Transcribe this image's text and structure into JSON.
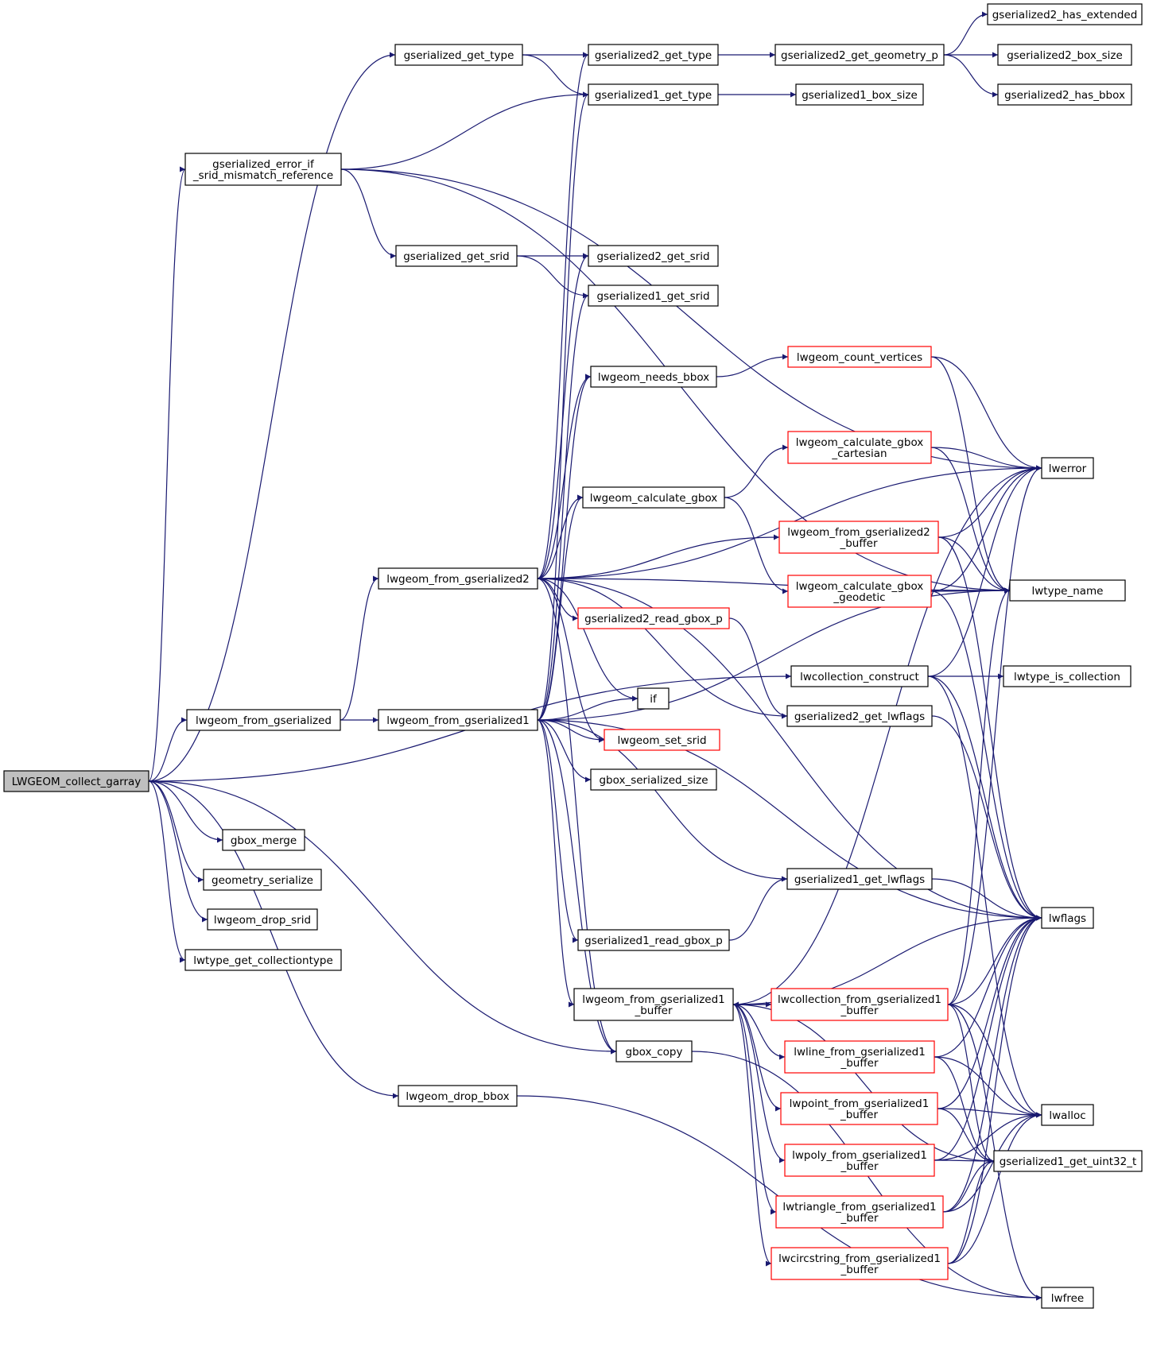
{
  "title": "",
  "colors": {
    "edge": "#191970",
    "default_border": "#000000",
    "truncated_border": "#ff0000",
    "root_fill": "#bfbfbf"
  },
  "nodes": [
    {
      "id": "LWGEOM_collect_garray",
      "lines": [
        "LWGEOM_collect_garray"
      ],
      "root": true
    },
    {
      "id": "gserialized_get_type",
      "lines": [
        "gserialized_get_type"
      ]
    },
    {
      "id": "gserialized_error_if_srid_mismatch_reference",
      "lines": [
        "gserialized_error_if",
        "_srid_mismatch_reference"
      ]
    },
    {
      "id": "gserialized_get_srid",
      "lines": [
        "gserialized_get_srid"
      ]
    },
    {
      "id": "lwgeom_from_gserialized",
      "lines": [
        "lwgeom_from_gserialized"
      ]
    },
    {
      "id": "gbox_merge",
      "lines": [
        "gbox_merge"
      ]
    },
    {
      "id": "geometry_serialize",
      "lines": [
        "geometry_serialize"
      ]
    },
    {
      "id": "lwgeom_drop_srid",
      "lines": [
        "lwgeom_drop_srid"
      ]
    },
    {
      "id": "lwtype_get_collectiontype",
      "lines": [
        "lwtype_get_collectiontype"
      ]
    },
    {
      "id": "lwgeom_from_gserialized2",
      "lines": [
        "lwgeom_from_gserialized2"
      ]
    },
    {
      "id": "lwgeom_from_gserialized1",
      "lines": [
        "lwgeom_from_gserialized1"
      ]
    },
    {
      "id": "lwgeom_drop_bbox",
      "lines": [
        "lwgeom_drop_bbox"
      ]
    },
    {
      "id": "gserialized2_get_type",
      "lines": [
        "gserialized2_get_type"
      ]
    },
    {
      "id": "gserialized1_get_type",
      "lines": [
        "gserialized1_get_type"
      ]
    },
    {
      "id": "gserialized2_get_srid",
      "lines": [
        "gserialized2_get_srid"
      ]
    },
    {
      "id": "gserialized1_get_srid",
      "lines": [
        "gserialized1_get_srid"
      ]
    },
    {
      "id": "lwgeom_needs_bbox",
      "lines": [
        "lwgeom_needs_bbox"
      ]
    },
    {
      "id": "lwgeom_calculate_gbox",
      "lines": [
        "lwgeom_calculate_gbox"
      ]
    },
    {
      "id": "gserialized2_read_gbox_p",
      "lines": [
        "gserialized2_read_gbox_p"
      ],
      "truncated": true
    },
    {
      "id": "if",
      "lines": [
        "if"
      ]
    },
    {
      "id": "lwgeom_set_srid",
      "lines": [
        "lwgeom_set_srid"
      ],
      "truncated": true
    },
    {
      "id": "gbox_serialized_size",
      "lines": [
        "gbox_serialized_size"
      ]
    },
    {
      "id": "gserialized1_read_gbox_p",
      "lines": [
        "gserialized1_read_gbox_p"
      ]
    },
    {
      "id": "lwgeom_from_gserialized1_buffer",
      "lines": [
        "lwgeom_from_gserialized1",
        "_buffer"
      ]
    },
    {
      "id": "gbox_copy",
      "lines": [
        "gbox_copy"
      ]
    },
    {
      "id": "gserialized2_get_geometry_p",
      "lines": [
        "gserialized2_get_geometry_p"
      ]
    },
    {
      "id": "gserialized1_box_size",
      "lines": [
        "gserialized1_box_size"
      ]
    },
    {
      "id": "lwgeom_count_vertices",
      "lines": [
        "lwgeom_count_vertices"
      ],
      "truncated": true
    },
    {
      "id": "lwgeom_calculate_gbox_cartesian",
      "lines": [
        "lwgeom_calculate_gbox",
        "_cartesian"
      ],
      "truncated": true
    },
    {
      "id": "lwgeom_from_gserialized2_buffer",
      "lines": [
        "lwgeom_from_gserialized2",
        "_buffer"
      ],
      "truncated": true
    },
    {
      "id": "lwgeom_calculate_gbox_geodetic",
      "lines": [
        "lwgeom_calculate_gbox",
        "_geodetic"
      ],
      "truncated": true
    },
    {
      "id": "lwcollection_construct",
      "lines": [
        "lwcollection_construct"
      ]
    },
    {
      "id": "gserialized2_get_lwflags",
      "lines": [
        "gserialized2_get_lwflags"
      ]
    },
    {
      "id": "gserialized1_get_lwflags",
      "lines": [
        "gserialized1_get_lwflags"
      ]
    },
    {
      "id": "lwcollection_from_gserialized1_buffer",
      "lines": [
        "lwcollection_from_gserialized1",
        "_buffer"
      ],
      "truncated": true
    },
    {
      "id": "lwline_from_gserialized1_buffer",
      "lines": [
        "lwline_from_gserialized1",
        "_buffer"
      ],
      "truncated": true
    },
    {
      "id": "lwpoint_from_gserialized1_buffer",
      "lines": [
        "lwpoint_from_gserialized1",
        "_buffer"
      ],
      "truncated": true
    },
    {
      "id": "lwpoly_from_gserialized1_buffer",
      "lines": [
        "lwpoly_from_gserialized1",
        "_buffer"
      ],
      "truncated": true
    },
    {
      "id": "lwtriangle_from_gserialized1_buffer",
      "lines": [
        "lwtriangle_from_gserialized1",
        "_buffer"
      ],
      "truncated": true
    },
    {
      "id": "lwcircstring_from_gserialized1_buffer",
      "lines": [
        "lwcircstring_from_gserialized1",
        "_buffer"
      ],
      "truncated": true
    },
    {
      "id": "gserialized2_has_extended",
      "lines": [
        "gserialized2_has_extended"
      ]
    },
    {
      "id": "gserialized2_box_size",
      "lines": [
        "gserialized2_box_size"
      ]
    },
    {
      "id": "gserialized2_has_bbox",
      "lines": [
        "gserialized2_has_bbox"
      ]
    },
    {
      "id": "lwerror",
      "lines": [
        "lwerror"
      ]
    },
    {
      "id": "lwtype_name",
      "lines": [
        "lwtype_name"
      ]
    },
    {
      "id": "lwtype_is_collection",
      "lines": [
        "lwtype_is_collection"
      ]
    },
    {
      "id": "lwflags",
      "lines": [
        "lwflags"
      ]
    },
    {
      "id": "lwalloc",
      "lines": [
        "lwalloc"
      ]
    },
    {
      "id": "gserialized1_get_uint32_t",
      "lines": [
        "gserialized1_get_uint32_t"
      ]
    },
    {
      "id": "lwfree",
      "lines": [
        "lwfree"
      ]
    }
  ],
  "edges": [
    [
      "LWGEOM_collect_garray",
      "gserialized_get_type"
    ],
    [
      "LWGEOM_collect_garray",
      "gserialized_error_if_srid_mismatch_reference"
    ],
    [
      "LWGEOM_collect_garray",
      "lwcollection_construct"
    ],
    [
      "LWGEOM_collect_garray",
      "lwgeom_from_gserialized"
    ],
    [
      "LWGEOM_collect_garray",
      "gbox_copy"
    ],
    [
      "LWGEOM_collect_garray",
      "lwgeom_drop_bbox"
    ],
    [
      "LWGEOM_collect_garray",
      "gbox_merge"
    ],
    [
      "LWGEOM_collect_garray",
      "geometry_serialize"
    ],
    [
      "LWGEOM_collect_garray",
      "lwgeom_drop_srid"
    ],
    [
      "LWGEOM_collect_garray",
      "lwtype_get_collectiontype"
    ],
    [
      "gserialized_get_type",
      "gserialized2_get_type"
    ],
    [
      "gserialized_get_type",
      "gserialized1_get_type"
    ],
    [
      "gserialized_error_if_srid_mismatch_reference",
      "gserialized1_get_type"
    ],
    [
      "gserialized_error_if_srid_mismatch_reference",
      "lwerror"
    ],
    [
      "gserialized_error_if_srid_mismatch_reference",
      "lwtype_name"
    ],
    [
      "gserialized_error_if_srid_mismatch_reference",
      "gserialized_get_srid"
    ],
    [
      "gserialized_get_srid",
      "gserialized2_get_srid"
    ],
    [
      "gserialized_get_srid",
      "gserialized1_get_srid"
    ],
    [
      "lwgeom_from_gserialized",
      "lwgeom_from_gserialized2"
    ],
    [
      "lwgeom_from_gserialized",
      "lwgeom_from_gserialized1"
    ],
    [
      "gserialized2_get_type",
      "gserialized2_get_geometry_p"
    ],
    [
      "gserialized1_get_type",
      "gserialized1_box_size"
    ],
    [
      "gserialized2_get_geometry_p",
      "gserialized2_has_extended"
    ],
    [
      "gserialized2_get_geometry_p",
      "gserialized2_box_size"
    ],
    [
      "gserialized2_get_geometry_p",
      "gserialized2_has_bbox"
    ],
    [
      "lwgeom_from_gserialized2",
      "gserialized2_get_type"
    ],
    [
      "lwgeom_from_gserialized2",
      "gserialized2_get_srid"
    ],
    [
      "lwgeom_from_gserialized2",
      "lwgeom_needs_bbox"
    ],
    [
      "lwgeom_from_gserialized2",
      "lwgeom_calculate_gbox"
    ],
    [
      "lwgeom_from_gserialized2",
      "gserialized2_read_gbox_p"
    ],
    [
      "lwgeom_from_gserialized2",
      "if"
    ],
    [
      "lwgeom_from_gserialized2",
      "lwgeom_set_srid"
    ],
    [
      "lwgeom_from_gserialized2",
      "gbox_copy"
    ],
    [
      "lwgeom_from_gserialized2",
      "lwgeom_from_gserialized2_buffer"
    ],
    [
      "lwgeom_from_gserialized2",
      "gserialized2_get_lwflags"
    ],
    [
      "lwgeom_from_gserialized2",
      "lwerror"
    ],
    [
      "lwgeom_from_gserialized2",
      "lwtype_name"
    ],
    [
      "lwgeom_from_gserialized2",
      "lwflags"
    ],
    [
      "lwgeom_from_gserialized1",
      "gserialized1_get_type"
    ],
    [
      "lwgeom_from_gserialized1",
      "gserialized1_get_srid"
    ],
    [
      "lwgeom_from_gserialized1",
      "lwgeom_needs_bbox"
    ],
    [
      "lwgeom_from_gserialized1",
      "lwgeom_calculate_gbox"
    ],
    [
      "lwgeom_from_gserialized1",
      "if"
    ],
    [
      "lwgeom_from_gserialized1",
      "lwgeom_set_srid"
    ],
    [
      "lwgeom_from_gserialized1",
      "gbox_serialized_size"
    ],
    [
      "lwgeom_from_gserialized1",
      "gserialized1_read_gbox_p"
    ],
    [
      "lwgeom_from_gserialized1",
      "lwgeom_from_gserialized1_buffer"
    ],
    [
      "lwgeom_from_gserialized1",
      "gbox_copy"
    ],
    [
      "lwgeom_from_gserialized1",
      "gserialized1_get_lwflags"
    ],
    [
      "lwgeom_from_gserialized1",
      "lwtype_name"
    ],
    [
      "lwgeom_from_gserialized1",
      "lwflags"
    ],
    [
      "lwgeom_needs_bbox",
      "lwgeom_count_vertices"
    ],
    [
      "lwgeom_count_vertices",
      "lwerror"
    ],
    [
      "lwgeom_count_vertices",
      "lwtype_name"
    ],
    [
      "lwgeom_calculate_gbox",
      "lwgeom_calculate_gbox_cartesian"
    ],
    [
      "lwgeom_calculate_gbox",
      "lwgeom_calculate_gbox_geodetic"
    ],
    [
      "lwgeom_calculate_gbox_cartesian",
      "lwerror"
    ],
    [
      "lwgeom_calculate_gbox_cartesian",
      "lwtype_name"
    ],
    [
      "lwgeom_calculate_gbox_geodetic",
      "lwerror"
    ],
    [
      "lwgeom_calculate_gbox_geodetic",
      "lwtype_name"
    ],
    [
      "lwgeom_calculate_gbox_geodetic",
      "lwflags"
    ],
    [
      "lwgeom_from_gserialized2_buffer",
      "lwerror"
    ],
    [
      "lwgeom_from_gserialized2_buffer",
      "lwtype_name"
    ],
    [
      "lwgeom_from_gserialized2_buffer",
      "lwflags"
    ],
    [
      "gserialized2_read_gbox_p",
      "gserialized2_get_lwflags"
    ],
    [
      "gserialized2_get_lwflags",
      "lwflags"
    ],
    [
      "lwcollection_construct",
      "lwerror"
    ],
    [
      "lwcollection_construct",
      "lwtype_is_collection"
    ],
    [
      "lwcollection_construct",
      "lwflags"
    ],
    [
      "lwcollection_construct",
      "lwalloc"
    ],
    [
      "gserialized1_get_lwflags",
      "lwflags"
    ],
    [
      "gserialized1_read_gbox_p",
      "gserialized1_get_lwflags"
    ],
    [
      "lwgeom_from_gserialized1_buffer",
      "lwcollection_from_gserialized1_buffer"
    ],
    [
      "lwgeom_from_gserialized1_buffer",
      "lwline_from_gserialized1_buffer"
    ],
    [
      "lwgeom_from_gserialized1_buffer",
      "lwpoint_from_gserialized1_buffer"
    ],
    [
      "lwgeom_from_gserialized1_buffer",
      "lwpoly_from_gserialized1_buffer"
    ],
    [
      "lwgeom_from_gserialized1_buffer",
      "lwtriangle_from_gserialized1_buffer"
    ],
    [
      "lwgeom_from_gserialized1_buffer",
      "lwcircstring_from_gserialized1_buffer"
    ],
    [
      "lwgeom_from_gserialized1_buffer",
      "lwerror"
    ],
    [
      "lwgeom_from_gserialized1_buffer",
      "lwflags"
    ],
    [
      "lwgeom_from_gserialized1_buffer",
      "gserialized1_get_uint32_t"
    ],
    [
      "lwcollection_from_gserialized1_buffer",
      "lwgeom_from_gserialized1_buffer"
    ],
    [
      "lwcollection_from_gserialized1_buffer",
      "lwerror"
    ],
    [
      "lwcollection_from_gserialized1_buffer",
      "lwtype_name"
    ],
    [
      "lwcollection_from_gserialized1_buffer",
      "lwflags"
    ],
    [
      "lwcollection_from_gserialized1_buffer",
      "lwalloc"
    ],
    [
      "lwcollection_from_gserialized1_buffer",
      "gserialized1_get_uint32_t"
    ],
    [
      "lwcollection_from_gserialized1_buffer",
      "lwfree"
    ],
    [
      "lwline_from_gserialized1_buffer",
      "lwflags"
    ],
    [
      "lwline_from_gserialized1_buffer",
      "lwalloc"
    ],
    [
      "lwline_from_gserialized1_buffer",
      "gserialized1_get_uint32_t"
    ],
    [
      "lwpoint_from_gserialized1_buffer",
      "lwflags"
    ],
    [
      "lwpoint_from_gserialized1_buffer",
      "lwalloc"
    ],
    [
      "lwpoint_from_gserialized1_buffer",
      "gserialized1_get_uint32_t"
    ],
    [
      "lwpoly_from_gserialized1_buffer",
      "lwflags"
    ],
    [
      "lwpoly_from_gserialized1_buffer",
      "lwalloc"
    ],
    [
      "lwpoly_from_gserialized1_buffer",
      "gserialized1_get_uint32_t"
    ],
    [
      "lwtriangle_from_gserialized1_buffer",
      "lwflags"
    ],
    [
      "lwtriangle_from_gserialized1_buffer",
      "lwalloc"
    ],
    [
      "lwtriangle_from_gserialized1_buffer",
      "gserialized1_get_uint32_t"
    ],
    [
      "lwcircstring_from_gserialized1_buffer",
      "lwflags"
    ],
    [
      "lwcircstring_from_gserialized1_buffer",
      "lwalloc"
    ],
    [
      "lwcircstring_from_gserialized1_buffer",
      "gserialized1_get_uint32_t"
    ],
    [
      "lwgeom_drop_bbox",
      "lwfree"
    ],
    [
      "gbox_copy",
      "lwfree"
    ]
  ]
}
